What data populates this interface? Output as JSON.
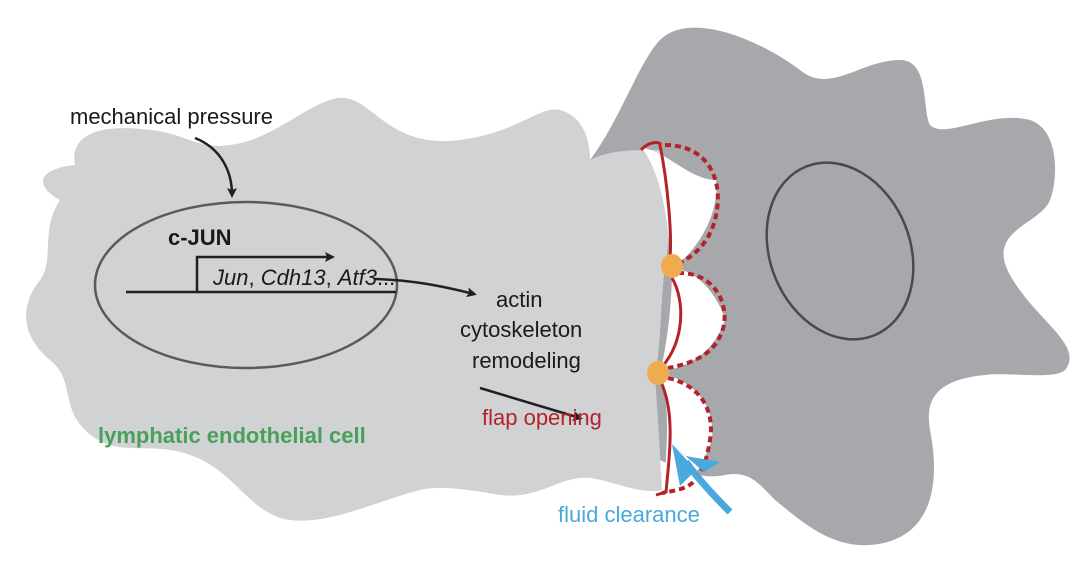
{
  "labels": {
    "mechanical_pressure": "mechanical pressure",
    "c_jun": "c-JUN",
    "genes": {
      "jun": "Jun",
      "sep1": ", ",
      "cdh13": "Cdh13",
      "sep2": ", ",
      "atf3": "Atf3",
      "ellipsis": "..."
    },
    "actin_line1": "actin",
    "actin_line2": "cytoskeleton",
    "actin_line3": "remodeling",
    "flap_opening": "flap opening",
    "cell_name": "lymphatic endothelial cell",
    "fluid_clearance": "fluid clearance"
  },
  "colors": {
    "lec_fill": "#d1d2d4",
    "neighbor_fill": "#a7a8ab",
    "nucleus_stroke": "#5a5a5a",
    "arrow": "#231f20",
    "flap_red": "#b3242a",
    "junction_orange": "#efac4e",
    "cell_label_green": "#4aa05a",
    "fluid_blue": "#4ba8dd"
  }
}
